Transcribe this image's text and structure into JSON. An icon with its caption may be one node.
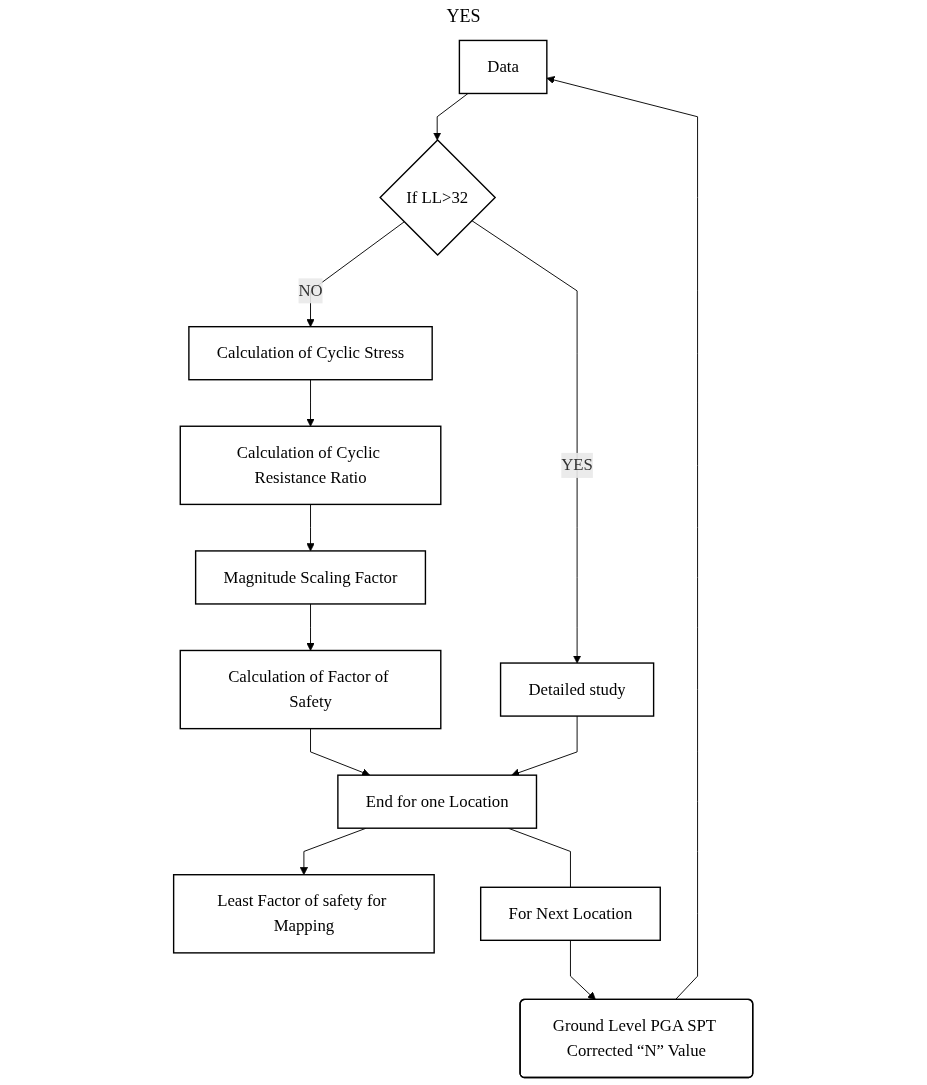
{
  "diagram": {
    "nodes": [
      {
        "text": [
          "Data"
        ]
      },
      {
        "text": [
          "If LL>32"
        ]
      },
      {
        "text": [
          "Calculation of Cyclic Stress"
        ]
      },
      {
        "text": [
          "Calculation of Cyclic Resistance Ratio"
        ]
      },
      {
        "text": [
          "Magnitude Scaling Factor"
        ]
      },
      {
        "text": [
          "Calculation of Factor of Safety"
        ]
      },
      {
        "text": [
          "End for one Location"
        ]
      },
      {
        "text": [
          "Least Factor of safety for Mapping"
        ]
      },
      {
        "text": [
          "Detailed study"
        ]
      },
      {
        "text": [
          "For Next Location"
        ]
      },
      {
        "text": [
          "Ground Level PGA SPT Corrected “N” Value"
        ]
      }
    ],
    "edges": [
      {
        "from": 0,
        "to": 1,
        "arrow": "to"
      },
      {
        "from": 1,
        "to": 2,
        "arrow": "to",
        "label": "NO"
      },
      {
        "from": 2,
        "to": 3,
        "arrow": "to"
      },
      {
        "from": 3,
        "to": 4,
        "arrow": "to"
      },
      {
        "from": 4,
        "to": 5,
        "arrow": "to"
      },
      {
        "from": 5,
        "to": 6,
        "arrow": "to"
      },
      {
        "from": 6,
        "to": 7,
        "arrow": "to"
      },
      {
        "from": 1,
        "to": 8,
        "arrow": "to",
        "label": "YES"
      },
      {
        "from": 8,
        "to": 6,
        "arrow": "to"
      },
      {
        "from": 6,
        "to": 9,
        "arrow": "none"
      },
      {
        "from": 9,
        "to": 10,
        "arrow": "to"
      },
      {
        "from": 10,
        "to": 0,
        "arrow": "to"
      }
    ],
    "labels": [
      "YES"
    ]
  }
}
